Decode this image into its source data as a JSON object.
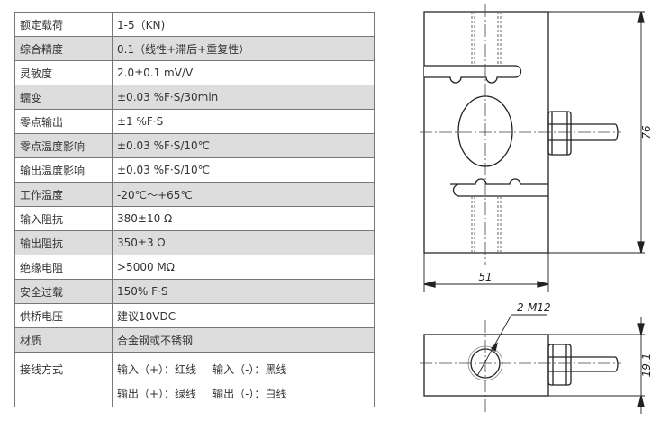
{
  "spec_table": [
    {
      "label": "额定载荷",
      "value": "1-5（KN)"
    },
    {
      "label": "综合精度",
      "value": "0.1（线性+滞后+重复性）"
    },
    {
      "label": "灵敏度",
      "value": "2.0±0.1   mV/V"
    },
    {
      "label": "蠕变",
      "value": "±0.03   %F·S/30min"
    },
    {
      "label": "零点输出",
      "value": "±1   %F·S"
    },
    {
      "label": "零点温度影响",
      "value": "±0.03   %F·S/10℃"
    },
    {
      "label": "输出温度影响",
      "value": "±0.03   %F·S/10℃"
    },
    {
      "label": "工作温度",
      "value": "-20℃～+65℃"
    },
    {
      "label": "输入阻抗",
      "value": "380±10   Ω"
    },
    {
      "label": "输出阻抗",
      "value": "350±3   Ω"
    },
    {
      "label": "绝缘电阻",
      "value": ">5000   MΩ"
    },
    {
      "label": "安全过载",
      "value": "150% F·S"
    },
    {
      "label": "供桥电压",
      "value": "建议10VDC"
    },
    {
      "label": "材质",
      "value": "合金钢或不锈钢"
    }
  ],
  "wiring": {
    "label": "接线方式",
    "in_plus": "输入（+）：红线",
    "in_minus": "输入（-）：黑线",
    "out_plus": "输出（+）：绿线",
    "out_minus": "输出（-）：白线"
  },
  "drawing": {
    "height_dim": "76",
    "width_dim": "51",
    "thickness_dim": "19.1",
    "thread_label": "2-M12"
  }
}
